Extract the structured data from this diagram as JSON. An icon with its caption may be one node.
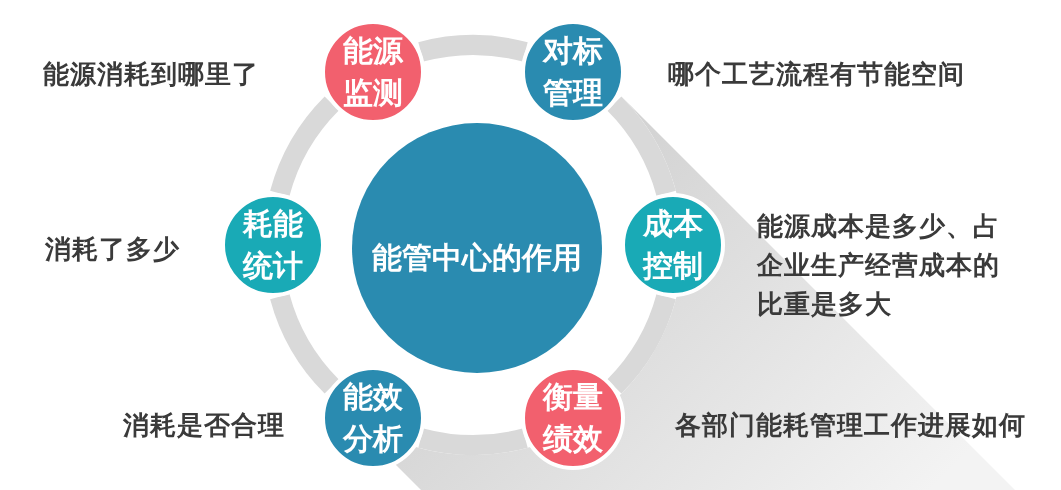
{
  "diagram": {
    "nodes": [
      {
        "text": [
          "能源监测"
        ],
        "beside": [
          "能源消耗到哪里了"
        ]
      },
      {
        "text": [
          "对标管理"
        ],
        "beside": [
          "哪个工艺流程有节能空间"
        ]
      },
      {
        "text": [
          "耗能统计"
        ],
        "beside": [
          "消耗了多少"
        ]
      },
      {
        "text": [
          "能管中心的作用"
        ]
      },
      {
        "text": [
          "成本控制"
        ],
        "beside": [
          "能源成本是多少、占企业生产经营成本的比重是多大"
        ]
      },
      {
        "text": [
          "能效分析"
        ],
        "beside": [
          "消耗是否合理"
        ]
      },
      {
        "text": [
          "衡量绩效"
        ],
        "beside": [
          "各部门能耗管理工作进展如何"
        ]
      }
    ],
    "edges": [
      {
        "from": 0,
        "to": 1,
        "arrow": "none"
      },
      {
        "from": 1,
        "to": 4,
        "arrow": "none"
      },
      {
        "from": 4,
        "to": 6,
        "arrow": "none"
      },
      {
        "from": 6,
        "to": 5,
        "arrow": "none"
      },
      {
        "from": 5,
        "to": 2,
        "arrow": "none"
      },
      {
        "from": 2,
        "to": 0,
        "arrow": "none"
      }
    ]
  }
}
